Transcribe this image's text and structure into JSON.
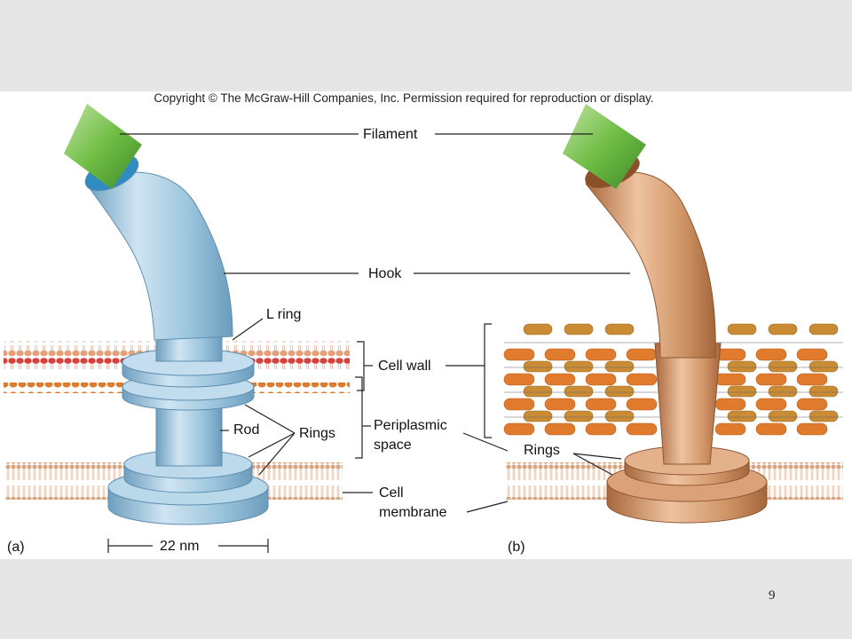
{
  "copyright": "Copyright © The McGraw-Hill Companies, Inc. Permission required for reproduction or display.",
  "labels": {
    "filament": "Filament",
    "hook": "Hook",
    "l_ring": "L ring",
    "cell_wall": "Cell wall",
    "rod": "Rod",
    "rings": "Rings",
    "periplasmic": "Periplasmic",
    "space": "space",
    "cell": "Cell",
    "membrane": "membrane",
    "rings_b": "Rings",
    "panel_a": "(a)",
    "panel_b": "(b)",
    "scale": "22 nm"
  },
  "slide_number": "9",
  "colors": {
    "filament_green": "#5fae3c",
    "hook_blue": "#9cc7df",
    "hook_brown": "#c98e62",
    "outer_membrane_red": "#d8463f",
    "peptidoglycan_orange": "#e07a2c",
    "lipid_bilayer_tan": "#ecc2a4"
  }
}
